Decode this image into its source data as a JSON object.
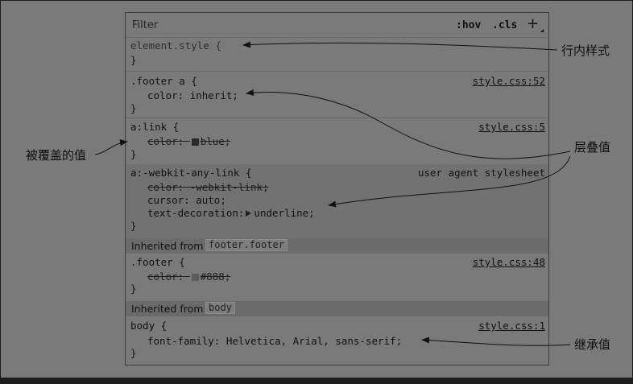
{
  "toolbar": {
    "filter_placeholder": "Filter",
    "hov_label": ":hov",
    "cls_label": ".cls",
    "add_label": "+"
  },
  "rules": {
    "element_style": {
      "selector": "element.style {",
      "close": "}"
    },
    "footer_a": {
      "selector": ".footer a {",
      "source": "style.css:52",
      "prop": "color",
      "value": "inherit;",
      "close": "}"
    },
    "a_link": {
      "selector": "a:link {",
      "source": "style.css:5",
      "prop": "color:",
      "value": "blue;",
      "swatch_color": "#2a2a2a",
      "close": "}"
    },
    "webkit_any_link": {
      "selector": "a:-webkit-any-link {",
      "source": "user agent stylesheet",
      "color_prop": "color:",
      "color_value": "-webkit-link;",
      "cursor_prop": "cursor",
      "cursor_value": "auto;",
      "td_prop": "text-decoration:",
      "td_value": "underline;",
      "close": "}"
    },
    "footer": {
      "selector": ".footer {",
      "source": "style.css:48",
      "prop": "color:",
      "value": "#888;",
      "swatch_color": "#5d5d5d",
      "close": "}"
    },
    "body": {
      "selector": "body {",
      "source": "style.css:1",
      "prop": "font-family",
      "value": "Helvetica, Arial, sans-serif;",
      "close": "}"
    }
  },
  "inherited": [
    {
      "label": "Inherited from",
      "chip": "footer.footer"
    },
    {
      "label": "Inherited from",
      "chip": "body"
    }
  ],
  "annotations": {
    "inline_style": "行内样式",
    "overridden": "被覆盖的值",
    "cascaded": "层叠值",
    "inherited": "继承值"
  }
}
